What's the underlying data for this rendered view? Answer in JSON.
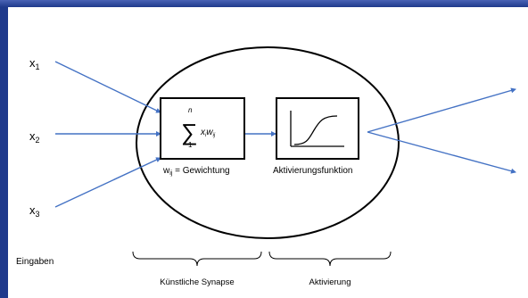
{
  "inputs": [
    {
      "base": "x",
      "sub": "1"
    },
    {
      "base": "x",
      "sub": "2"
    },
    {
      "base": "x",
      "sub": "3"
    }
  ],
  "inputs_label": "Eingaben",
  "sum_formula": {
    "symbol": "∑",
    "upper": "n",
    "lower": "1",
    "term": "x",
    "term_sub": "i",
    "weight": "w",
    "weight_sub": "ij"
  },
  "weight_label": {
    "base": "w",
    "sub": "ij",
    "text": " = Gewichtung"
  },
  "activation_label": "Aktivierungsfunktion",
  "brace_labels": {
    "synapse": "Künstliche Synapse",
    "activation": "Aktivierung"
  },
  "colors": {
    "frame": "#1f3a8c",
    "arrow": "#4472c4",
    "stroke": "#000000"
  }
}
